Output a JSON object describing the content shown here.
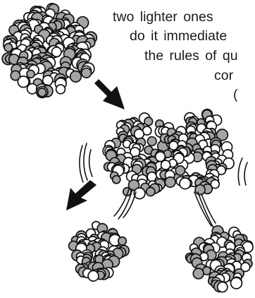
{
  "text_lines": [
    "two lighter ones",
    "do it immediate",
    "the rules of qu",
    "cor",
    "("
  ],
  "colors": {
    "light_nucleon": "#ffffff",
    "dark_nucleon": "#a4a4a4",
    "outline": "#111111"
  },
  "icons": [
    "parent-nucleus-icon",
    "fission-arrow-icon",
    "splitting-nucleus-icon",
    "vibration-lines-icon",
    "split-arrow-icon",
    "fragment-left-icon",
    "fragment-right-icon"
  ]
}
